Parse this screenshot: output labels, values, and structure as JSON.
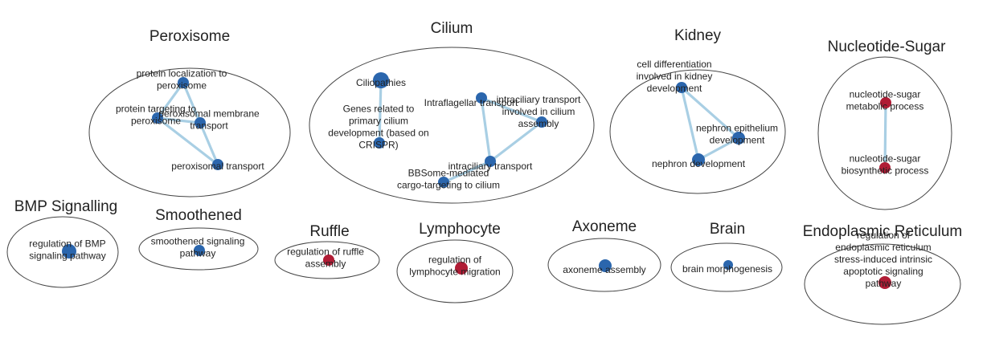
{
  "colors": {
    "blue_node": "#2b66ad",
    "red_node": "#b01c35",
    "edge": "#a9cfe4"
  },
  "clusters": [
    {
      "id": "peroxisome",
      "title": "Peroxisome",
      "nodes": [
        {
          "id": "prot-loc",
          "color": "blue",
          "label": [
            "protein localization to",
            "peroxisome"
          ]
        },
        {
          "id": "prot-target",
          "color": "blue",
          "label": [
            "protein targeting to",
            "peroxisome"
          ]
        },
        {
          "id": "perox-mem",
          "color": "blue",
          "label": [
            "peroxisomal membrane",
            "transport"
          ]
        },
        {
          "id": "perox-trans",
          "color": "blue",
          "label": [
            "peroxisomal transport"
          ]
        }
      ],
      "edges": [
        [
          "prot-loc",
          "prot-target"
        ],
        [
          "prot-loc",
          "perox-mem"
        ],
        [
          "prot-target",
          "perox-mem"
        ],
        [
          "prot-target",
          "perox-trans"
        ],
        [
          "perox-mem",
          "perox-trans"
        ]
      ]
    },
    {
      "id": "cilium",
      "title": "Cilium",
      "nodes": [
        {
          "id": "ciliopathies",
          "color": "blue",
          "label": [
            "Ciliopathies"
          ]
        },
        {
          "id": "genes-crispr",
          "color": "blue",
          "label": [
            "Genes related to",
            "primary cilium",
            "development (based on",
            "CRISPR)"
          ]
        },
        {
          "id": "ift",
          "color": "blue",
          "label": [
            "Intraflagellar transport"
          ]
        },
        {
          "id": "ict-assembly",
          "color": "blue",
          "label": [
            "intraciliary transport",
            "involved in cilium",
            "assembly"
          ]
        },
        {
          "id": "ict",
          "color": "blue",
          "label": [
            "intraciliary transport"
          ]
        },
        {
          "id": "bbsome",
          "color": "blue",
          "label": [
            "BBSome-mediated",
            "cargo-targeting to cilium"
          ]
        }
      ],
      "edges": [
        [
          "ciliopathies",
          "genes-crispr"
        ],
        [
          "ift",
          "ict-assembly"
        ],
        [
          "ift",
          "ict"
        ],
        [
          "ict-assembly",
          "ict"
        ],
        [
          "ict",
          "bbsome"
        ]
      ]
    },
    {
      "id": "kidney",
      "title": "Kidney",
      "nodes": [
        {
          "id": "cell-diff",
          "color": "blue",
          "label": [
            "cell differentiation",
            "involved in kidney",
            "development"
          ]
        },
        {
          "id": "neph-epi",
          "color": "blue",
          "label": [
            "nephron epithelium",
            "development"
          ]
        },
        {
          "id": "neph-dev",
          "color": "blue",
          "label": [
            "nephron development"
          ]
        }
      ],
      "edges": [
        [
          "cell-diff",
          "neph-dev"
        ],
        [
          "cell-diff",
          "neph-epi"
        ],
        [
          "neph-epi",
          "neph-dev"
        ]
      ]
    },
    {
      "id": "nucleotide-sugar",
      "title": "Nucleotide-Sugar",
      "nodes": [
        {
          "id": "ns-meta",
          "color": "red",
          "label": [
            "nucleotide-sugar",
            "metabolic process"
          ]
        },
        {
          "id": "ns-bio",
          "color": "red",
          "label": [
            "nucleotide-sugar",
            "biosynthetic process"
          ]
        }
      ],
      "edges": [
        [
          "ns-meta",
          "ns-bio"
        ]
      ]
    },
    {
      "id": "bmp",
      "title": "BMP Signalling",
      "nodes": [
        {
          "id": "bmp-reg",
          "color": "blue",
          "label": [
            "regulation of BMP",
            "signaling pathway"
          ]
        }
      ],
      "edges": []
    },
    {
      "id": "smoothened",
      "title": "Smoothened",
      "nodes": [
        {
          "id": "smo",
          "color": "blue",
          "label": [
            "smoothened signaling",
            "pathway"
          ]
        }
      ],
      "edges": []
    },
    {
      "id": "ruffle",
      "title": "Ruffle",
      "nodes": [
        {
          "id": "ruffle-reg",
          "color": "red",
          "label": [
            "regulation of ruffle",
            "assembly"
          ]
        }
      ],
      "edges": []
    },
    {
      "id": "lymphocyte",
      "title": "Lymphocyte",
      "nodes": [
        {
          "id": "lymph-reg",
          "color": "red",
          "label": [
            "regulation of",
            "lymphocyte migration"
          ]
        }
      ],
      "edges": []
    },
    {
      "id": "axoneme",
      "title": "Axoneme",
      "nodes": [
        {
          "id": "axo",
          "color": "blue",
          "label": [
            "axoneme assembly"
          ]
        }
      ],
      "edges": []
    },
    {
      "id": "brain",
      "title": "Brain",
      "nodes": [
        {
          "id": "brain-morph",
          "color": "blue",
          "label": [
            "brain morphogenesis"
          ]
        }
      ],
      "edges": []
    },
    {
      "id": "er",
      "title": "Endoplasmic Reticulum",
      "nodes": [
        {
          "id": "er-reg",
          "color": "red",
          "label": [
            "regulation of",
            "endoplasmic reticulum",
            "stress-induced intrinsic",
            "apoptotic signaling",
            "pathway"
          ]
        }
      ],
      "edges": []
    }
  ]
}
